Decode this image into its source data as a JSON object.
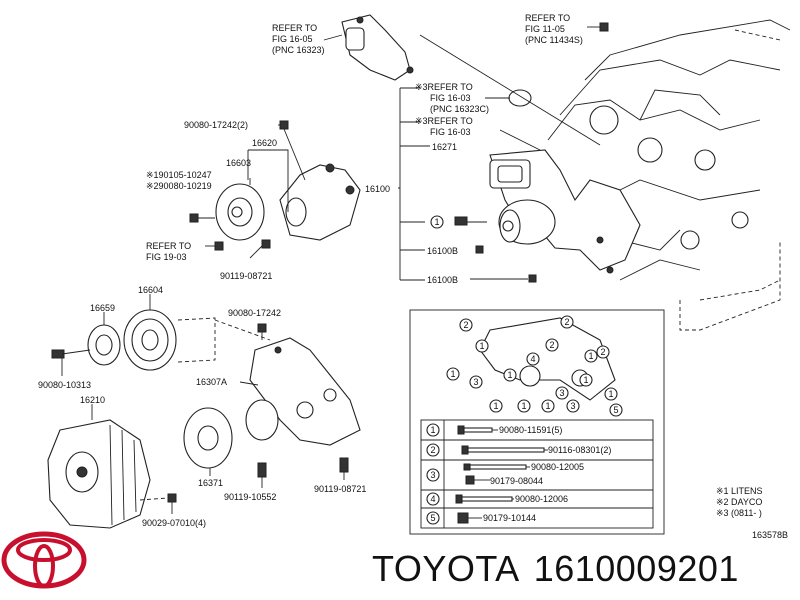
{
  "diagram_code": "163578B",
  "brand": {
    "name": "TOYOTA",
    "part_number": "1610009201",
    "logo_icon": "toyota-logo-icon",
    "logo_color": "#c8102e"
  },
  "callouts": {
    "refer_16_05_a": "REFER TO",
    "refer_16_05_b": "FIG 16-05",
    "refer_16_05_c": "(PNC 16323)",
    "refer_11_05_a": "REFER TO",
    "refer_11_05_b": "FIG 11-05",
    "refer_11_05_c": "(PNC 11434S)",
    "refer_16_03c_a": "※3REFER TO",
    "refer_16_03c_b": "FIG 16-03",
    "refer_16_03c_c": "(PNC 16323C)",
    "refer_16_03_a": "※3REFER TO",
    "refer_16_03_b": "FIG 16-03",
    "refer_19_03_a": "REFER TO",
    "refer_19_03_b": "FIG 19-03"
  },
  "parts": {
    "p90080_17242_2": "90080-17242(2)",
    "p16620": "16620",
    "p16603": "16603",
    "p90105_1": "※190105-10247",
    "p90080_2": "※290080-10219",
    "p90119_08721_a": "90119-08721",
    "p16100": "16100",
    "p16271": "16271",
    "p16100b_1": "16100B",
    "p16100b_2": "16100B",
    "circle_1": "1",
    "p16659": "16659",
    "p16604": "16604",
    "p90080_10313": "90080-10313",
    "p90080_17242": "90080-17242",
    "p16307a": "16307A",
    "p16210": "16210",
    "p16371": "16371",
    "p90119_10552": "90119-10552",
    "p90119_08721_b": "90119-08721",
    "p90029_07010": "90029-07010(4)"
  },
  "legend": {
    "rows": [
      {
        "num": "1",
        "parts": [
          "90080-11591(5)"
        ]
      },
      {
        "num": "2",
        "parts": [
          "90116-08301(2)"
        ]
      },
      {
        "num": "3",
        "parts": [
          "90080-12005",
          "90179-08044"
        ]
      },
      {
        "num": "4",
        "parts": [
          "90080-12006"
        ]
      },
      {
        "num": "5",
        "parts": [
          "90179-10144"
        ]
      }
    ],
    "detail_markers": [
      "1",
      "2",
      "3",
      "4",
      "5"
    ]
  },
  "notes": {
    "n1": "※1 LITENS",
    "n2": "※2 DAYCO",
    "n3": "※3 (0811-      )"
  }
}
